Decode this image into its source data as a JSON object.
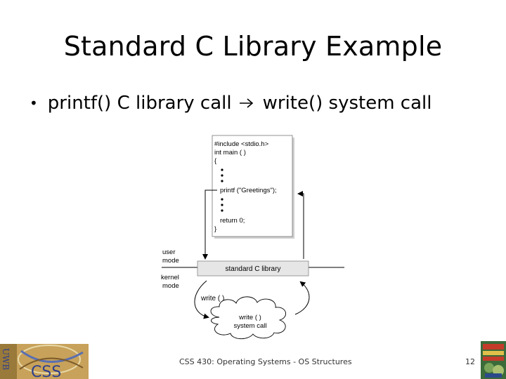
{
  "slide": {
    "title": "Standard C Library Example",
    "bullet": {
      "left_text": "printf() C library call",
      "right_text": "write() system call"
    }
  },
  "diagram": {
    "code_lines": [
      "#include <stdio.h>",
      "int main ( )",
      "{",
      "printf (\"Greetings\");",
      "return 0;",
      "}"
    ],
    "user_mode_label": [
      "user",
      "mode"
    ],
    "kernel_mode_label": [
      "kernel",
      "mode"
    ],
    "library_box_label": "standard C library",
    "write_label": "write ( )",
    "cloud_label": [
      "write ( )",
      "system call"
    ]
  },
  "footer": {
    "course": "CSS 430: Operating Systems - OS Structures",
    "page_number": "12",
    "logo_text": "CSS",
    "logo_vertical_text": "UWB"
  },
  "colors": {
    "cloud_fill": "#ffffff",
    "logo_background": "#c8a25a",
    "logo_blue": "#2d3f8e"
  }
}
